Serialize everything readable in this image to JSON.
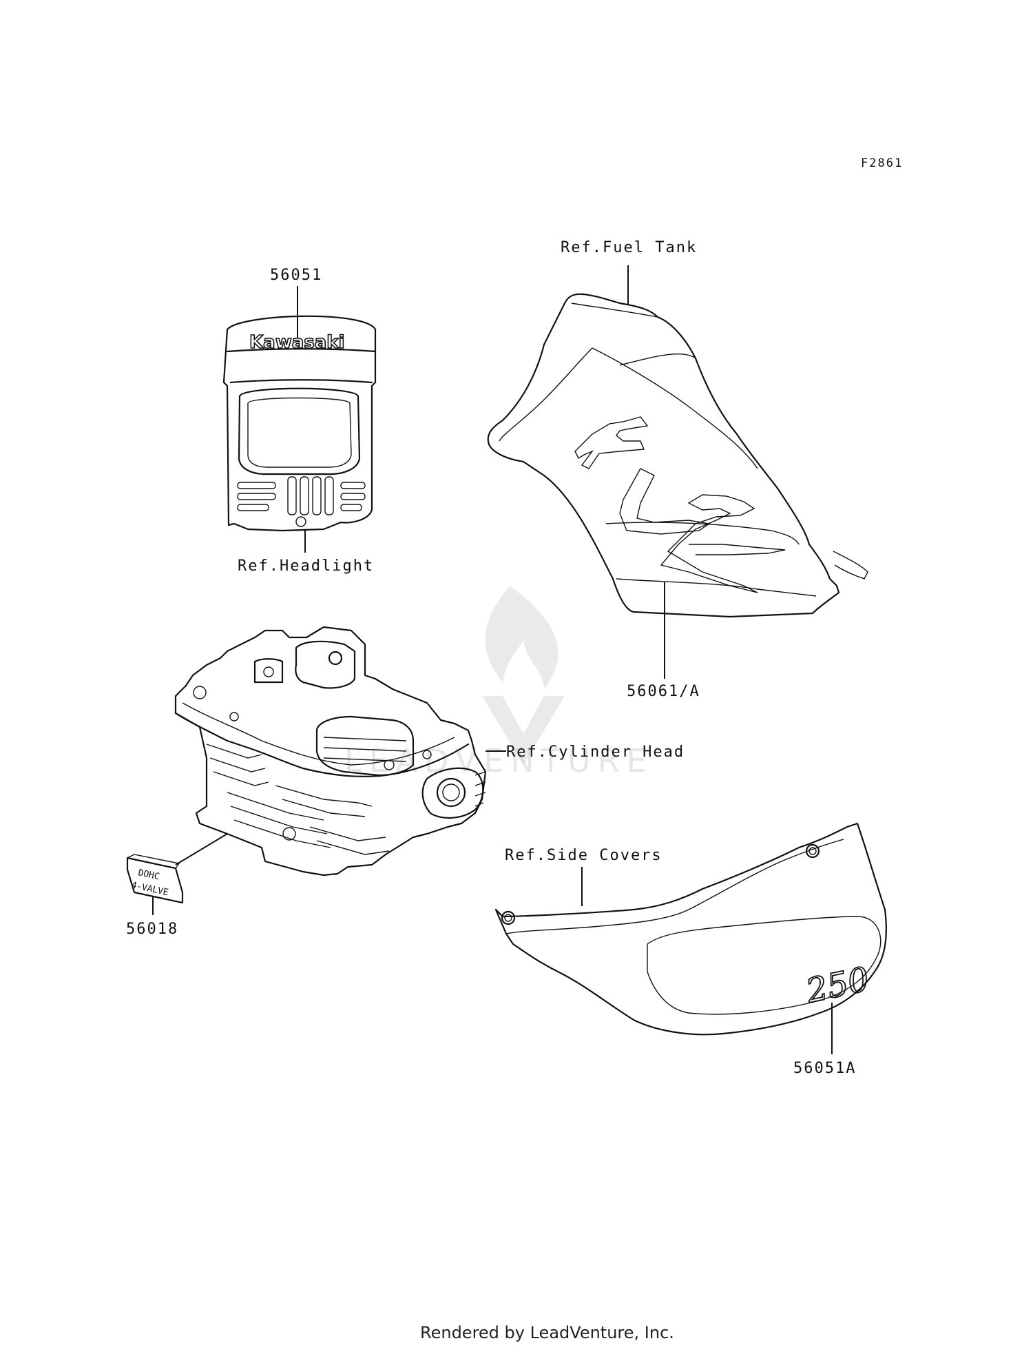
{
  "figure_id": "F2861",
  "labels": {
    "part_56051": "56051",
    "ref_headlight": "Ref.Headlight",
    "ref_fuel_tank": "Ref.Fuel Tank",
    "part_56061a": "56061/A",
    "ref_cylinder_head": "Ref.Cylinder Head",
    "part_56018": "56018",
    "ref_side_covers": "Ref.Side Covers",
    "part_56051a": "56051A"
  },
  "decals": {
    "headlight_brand": "Kawasaki",
    "tank_logo": "KLX",
    "side_cover_number": "250",
    "dohc_line1": "DOHC",
    "dohc_line2": "4-VALVE"
  },
  "footer": "Rendered by LeadVenture, Inc."
}
